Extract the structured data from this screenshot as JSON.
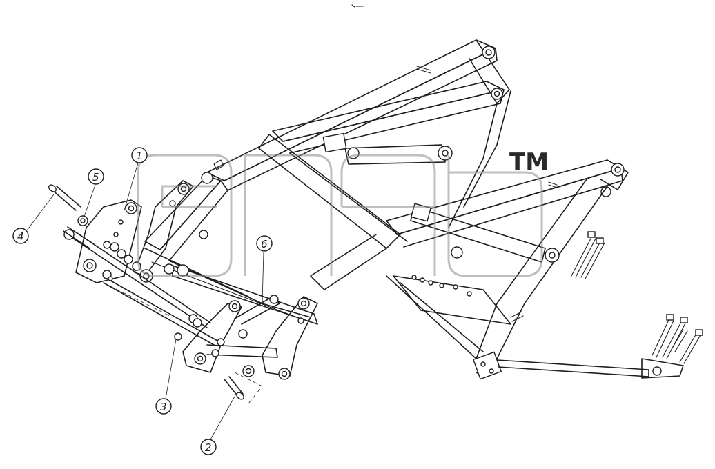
{
  "diagram": {
    "callouts": [
      {
        "id": "1",
        "label": "1"
      },
      {
        "id": "2",
        "label": "2"
      },
      {
        "id": "3",
        "label": "3"
      },
      {
        "id": "4",
        "label": "4"
      },
      {
        "id": "5",
        "label": "5"
      },
      {
        "id": "6",
        "label": "6"
      }
    ],
    "watermark": {
      "trademark": "TM"
    },
    "colors": {
      "line": "#1e1e1e",
      "watermark": "#8a8a8a",
      "background": "#ffffff"
    }
  }
}
